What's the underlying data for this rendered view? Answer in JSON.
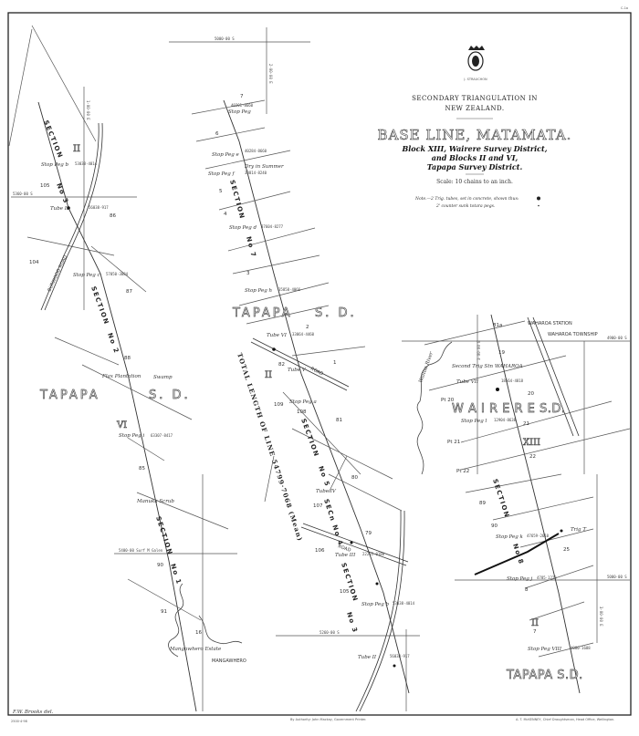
{
  "sheet_ref": "C-1a",
  "title": {
    "surveyor": "J. STRAUCHON",
    "line1": "SECONDARY TRIANGULATION IN",
    "line2": "NEW ZEALAND.",
    "main": "BASE LINE, MATAMATA.",
    "sub1": "Block XIII, Wairere Survey District,",
    "sub2": "and Blocks II and VI,",
    "sub3": "Tapapa Survey District.",
    "scale": "Scale: 10 chains to an inch.",
    "note1": "Note.—2 Trig. tubes, set in concrete, shown thus:",
    "note2": "2' counter sunk totara pegs."
  },
  "districts": {
    "tapapa_left": "TAPAPA",
    "tapapa_left_sd": "S. D.",
    "tapapa_mid": "TAPAPA",
    "tapapa_mid_sd": "S. D.",
    "tapapa_right": "TAPAPA   S.D.",
    "wairere": "W A I R E R E   S.D."
  },
  "blocks": [
    "II",
    "VI",
    "II",
    "XIII",
    "II"
  ],
  "sections": {
    "s3_top": "SECTION",
    "s3_top_no": "No 3",
    "s2": "SECTION",
    "s2_no": "No 2",
    "s1": "SECTION",
    "s1_no": "No 1",
    "s7": "SECTION",
    "s7_no": "No 7",
    "s5": "SECTION",
    "s5_no": "No 5",
    "s4": "SECn No 4",
    "s3_mid": "SECTION",
    "s3_mid_no": "No 3",
    "s_right": "SECTION",
    "s_right_no": "No 8"
  },
  "total_length": "TOTAL LENGTH OF LINE 54799·7068 (Mean)",
  "stations": {
    "stop_peg_b_left": "Stop Peg b",
    "stop_peg_b_left_coord": "53038·4014",
    "tube_ii_left": "Tube II",
    "tube_ii_left_coord": "56038·917",
    "stop_peg_c_left": "Stop Peg c",
    "stop_peg_c_left_coord": "57050·3884",
    "stop_peg_i": "Stop Peg i",
    "stop_peg_i_coord": "63307·8417",
    "stop_peg_top": "Stop Peg",
    "stop_peg_top_coord": "40201·8660",
    "stop_peg_e": "Stop Peg e",
    "stop_peg_e_coord": "40284·8660",
    "dry_in_summer": "Dry in Summer",
    "stop_peg_f": "Stop Peg f",
    "stop_peg_f_coord": "38814·8240",
    "stop_peg_d": "Stop Peg d",
    "stop_peg_d_coord": "37604·8277",
    "stop_peg_h": "Stop Peg h",
    "stop_peg_h_coord": "35858·4066",
    "tube_vi": "Tube VI",
    "tube_vi_coord": "33064·4460",
    "tube_v": "Tube V",
    "stop_peg_a": "Stop Peg a",
    "tube_iv": "Tube IV",
    "tube_iii": "Tube III",
    "tube_iii_coord": "22235·0180",
    "stop_peg_b_mid": "Stop Peg b",
    "stop_peg_b_mid_coord": "53038·4014",
    "tube_ii_mid": "Tube II",
    "tube_ii_mid_coord": "56038·917",
    "second_trig": "Second Trig Stn WAHAROA",
    "tube_vii": "Tube VII",
    "tube_vii_coord": "18564·4818",
    "stop_peg_l": "Stop Peg l",
    "stop_peg_l_coord": "12904·8638",
    "stop_peg_k": "Stop Peg k",
    "stop_peg_k_coord": "47659·2610",
    "trig_t": "Trig T",
    "stop_peg_j": "Stop Peg j",
    "stop_peg_j_coord": "4785·1223",
    "stop_peg_viii": "Stop Peg VIII",
    "stop_peg_viii_coord": "4080·1688"
  },
  "places": {
    "waharoa_station": "WAHAROA STATION",
    "waharoa_township": "WAHAROA TOWNSHIP",
    "waitoa_river": "Waitoa River",
    "flax_plantation": "Flax Plantation",
    "swamp": "Swamp",
    "manuka": "Manuka Scrub",
    "estate": "Mangawhero Estate",
    "mangawhero": "MANGAWHERO",
    "burwood_road": "BURWOOD ROAD",
    "road": "ROAD"
  },
  "lots": [
    "105",
    "86",
    "104",
    "87",
    "88",
    "85",
    "90",
    "91",
    "7",
    "6",
    "5",
    "4",
    "3",
    "2",
    "1",
    "109",
    "108",
    "81",
    "80",
    "107",
    "79",
    "106",
    "105",
    "81a",
    "19",
    "20",
    "Pt 20",
    "21",
    "Pt 21",
    "22",
    "Pt 22",
    "89",
    "90",
    "25",
    "8",
    "7",
    "82",
    "16"
  ],
  "grid": {
    "n5360_left": "5360·00 S",
    "n5000_top": "5000·00 S",
    "n4900_right": "4900·00 S",
    "n5000_right": "5000·00 S",
    "n5400_left": "5400·00 Surf M Galen",
    "n5260_mid": "5260·00 S",
    "e_left": "1·00·00 E",
    "e_top": "2·00·00 E",
    "e_right": "3·00·00 E",
    "e_right2": "3·00·00 E"
  },
  "footer": {
    "draughtsman": "F.W. Brooks del.",
    "code": "2500·4·98",
    "printer_mid": "By Authority: John Mackay, Government Printer.",
    "printer_right": "A. T. McKENNEY, Chief Draughtsman, Head Office, Wellington."
  }
}
